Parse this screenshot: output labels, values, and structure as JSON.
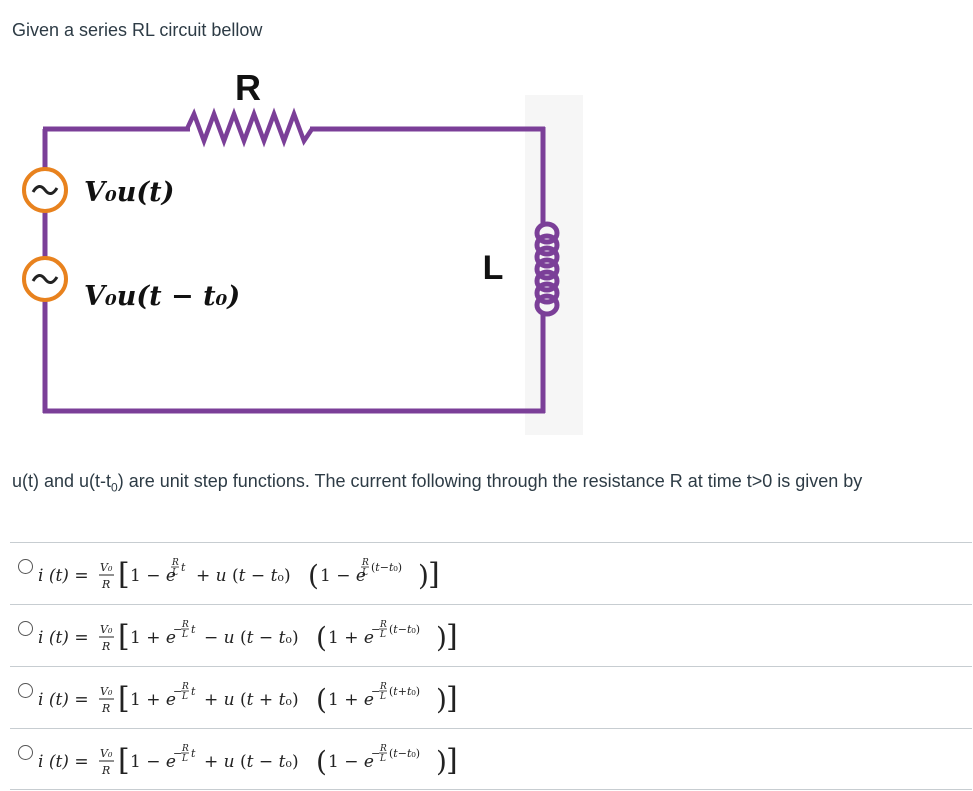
{
  "question": {
    "title": "Given a series RL circuit bellow",
    "text_before": "u(t) and u(t-t",
    "text_sub": "0",
    "text_after": ") are unit step functions. The current following through the resistance R at time t>0 is given by"
  },
  "circuit": {
    "resistor_label": "R",
    "inductor_label": "L",
    "source1_label": "V₀u(t)",
    "source2_label": "V₀u(t − t₀)",
    "wire_color": "#7b3f98",
    "source_color": "#e8821e"
  },
  "answers": [
    {
      "label": "option-1",
      "formula": "i(t) = V₀/R [1 − e^{(R/L)t} + u(t − t₀)(1 − e^{(R/L)(t−t₀)})]"
    },
    {
      "label": "option-2",
      "formula": "i(t) = V₀/R [1 + e^{−(R/L)t} − u(t − t₀)(1 + e^{−(R/L)(t−t₀)})]"
    },
    {
      "label": "option-3",
      "formula": "i(t) = V₀/R [1 + e^{−(R/L)t} + u(t + t₀)(1 + e^{−(R/L)(t+t₀)})]"
    },
    {
      "label": "option-4",
      "formula": "i(t) = V₀/R [1 − e^{−(R/L)t} + u(t − t₀)(1 − e^{−(R/L)(t−t₀)})]"
    }
  ]
}
